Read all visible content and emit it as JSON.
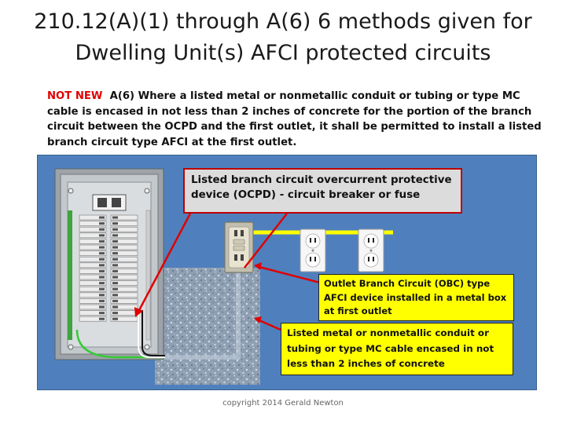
{
  "title": {
    "line1": "210.12(A)(1) through A(6)  6 methods given for",
    "line2": "Dwelling Unit(s) AFCI protected circuits"
  },
  "intro": {
    "lead": "NOT NEW",
    "text": "A(6) Where a listed metal or nonmetallic conduit or tubing or type MC cable is encased in not less than 2 inches of concrete for the portion of the branch circuit between the OCPD and the first outlet, it shall be permitted to install a listed branch circuit type AFCI at the first outlet."
  },
  "callouts": {
    "ocpd": "Listed branch circuit overcurrent protective device (OCPD) -  circuit breaker or fuse",
    "obc": "Outlet Branch Circuit  (OBC) type AFCI device installed in a metal box at first outlet",
    "conduit": "Listed metal or nonmetallic conduit  or tubing or type MC cable encased in not less than 2 inches of concrete"
  },
  "footer": {
    "copyright": "copyright 2014 Gerald Newton"
  },
  "colors": {
    "stage_background": "#4f80bd",
    "emphasis_red": "#e00000",
    "callout_yellow": "#ffff00",
    "arrow_red": "#e00000",
    "wire_yellow": "#ffff00",
    "ground_green": "#33cc33"
  }
}
